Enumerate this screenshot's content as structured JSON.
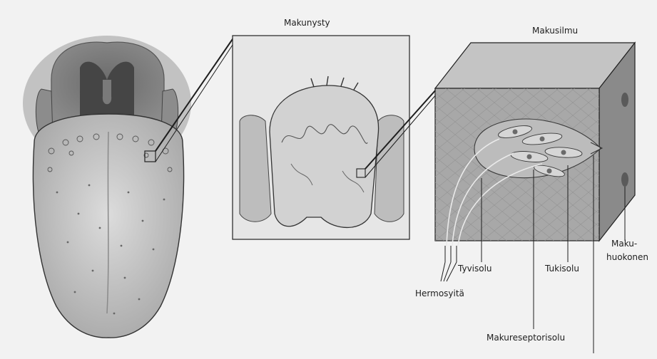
{
  "labels": {
    "makunysty": "Makunysty",
    "makusilmu": "Makusilmu",
    "maku_huokonen_line1": "Maku-",
    "maku_huokonen_line2": "huokonen",
    "tyvisolu": "Tyvisolu",
    "tukisolu": "Tukisolu",
    "hermosyita": "Hermosyitä",
    "makureseptorisolu": "Makureseptorisolu"
  },
  "colors": {
    "background": "#f2f2f2",
    "tongue": "#cfcfcf",
    "throat": "#5a5a5a",
    "box_front": "#a8a8a8",
    "box_top": "#c4c4c4",
    "box_side": "#8a8a8a",
    "line": "#1e1e1e"
  }
}
